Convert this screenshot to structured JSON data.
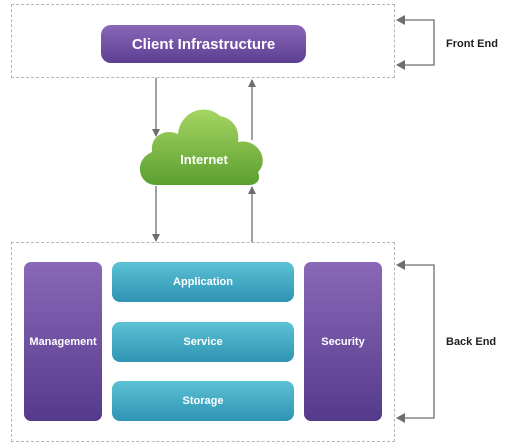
{
  "diagram": {
    "frontend": {
      "client_label": "Client Infrastructure",
      "side_label": "Front End"
    },
    "internet_label": "Internet",
    "backend": {
      "management_label": "Management",
      "security_label": "Security",
      "application_label": "Application",
      "service_label": "Service",
      "storage_label": "Storage",
      "side_label": "Back End"
    }
  },
  "colors": {
    "purple_light": "#8a67b7",
    "purple_dark": "#5c3f92",
    "teal_light": "#5cc2d4",
    "teal_dark": "#2f93b3",
    "cloud_light": "#9fd05b",
    "cloud_dark": "#5fa332",
    "arrow": "#6e6e6e",
    "region_border": "#b5b5b5"
  }
}
